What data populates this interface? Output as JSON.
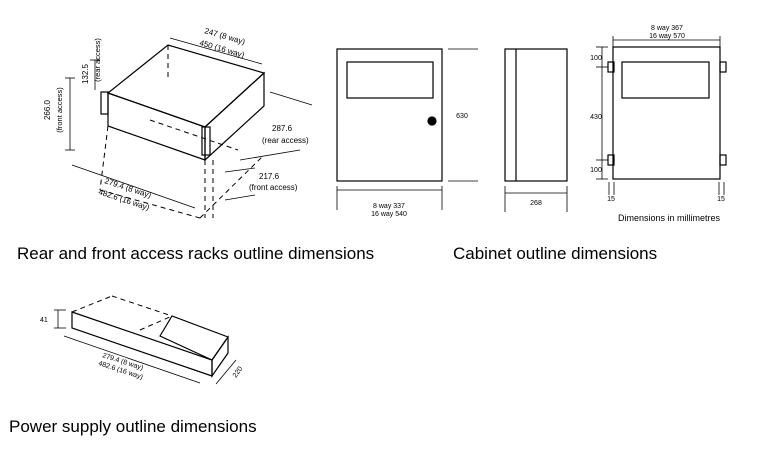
{
  "captions": {
    "racks": "Rear and front access racks outline dimensions",
    "cabinet": "Cabinet outline dimensions",
    "power": "Power supply outline dimensions"
  },
  "rack": {
    "width_8": "247 (8 way)",
    "width_16": "450 (16 way)",
    "height_rear_value": "132.5",
    "height_rear_note": "(rear access)",
    "height_front_value": "266.0",
    "height_front_note": "(front access)",
    "depth_rear_value": "287.6",
    "depth_rear_note": "(rear access)",
    "depth_front_value": "217.6",
    "depth_front_note": "(front access)",
    "length_8": "279.4 (8 way)",
    "length_16": "482.6 (16 way)"
  },
  "cabinet": {
    "height": "630",
    "width_8": "8 way 337",
    "width_16": "16 way 540",
    "depth": "268",
    "mount_width_8": "8 way 367",
    "mount_width_16": "16 way 570",
    "top_offset": "100",
    "mount_spacing": "430",
    "bottom_offset": "100",
    "left_offset": "15",
    "right_offset": "15",
    "units_note": "Dimensions in millimetres"
  },
  "power": {
    "height": "41",
    "length_8": "279.4 (8 way)",
    "length_16": "482.6 (16 way)",
    "depth": "220"
  },
  "colors": {
    "line": "#000000",
    "background": "#ffffff"
  }
}
